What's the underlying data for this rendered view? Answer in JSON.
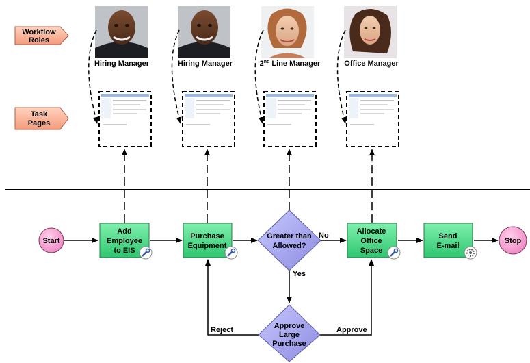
{
  "callouts": {
    "workflow_roles": [
      "Workflow",
      "Roles"
    ],
    "task_pages": [
      "Task",
      "Pages"
    ]
  },
  "roles": [
    {
      "label": "Hiring Manager",
      "figure": "man-photo"
    },
    {
      "label": "Hiring Manager",
      "figure": "man-photo"
    },
    {
      "label_main": "2",
      "label_sup": "nd",
      "label_rest": " Line Manager",
      "figure": "woman-photo"
    },
    {
      "label": "Office Manager",
      "figure": "woman-photo-2"
    }
  ],
  "flow": {
    "start": "Start",
    "stop": "Stop",
    "steps": [
      {
        "lines": [
          "Add",
          "Employee",
          "to EIS"
        ],
        "badge": "wrench-icon"
      },
      {
        "lines": [
          "Purchase",
          "Equipment"
        ],
        "badge": "wrench-icon"
      },
      {
        "lines": [
          "Allocate",
          "Office",
          "Space"
        ],
        "badge": "wrench-icon"
      },
      {
        "lines": [
          "Send",
          "E-mail"
        ],
        "badge": "gear-icon"
      }
    ],
    "decisions": [
      {
        "lines": [
          "Greater than",
          "Allowed?"
        ]
      },
      {
        "lines": [
          "Approve",
          "Large",
          "Purchase"
        ]
      }
    ],
    "edge_labels": {
      "no": "No",
      "yes": "Yes",
      "reject": "Reject",
      "approve": "Approve"
    }
  },
  "colors": {
    "step_fill": "#4fd98a",
    "decision_fill": "#a9a9ee",
    "terminal_fill": "#f39ad0",
    "callout_fill": "#f8b49a"
  }
}
